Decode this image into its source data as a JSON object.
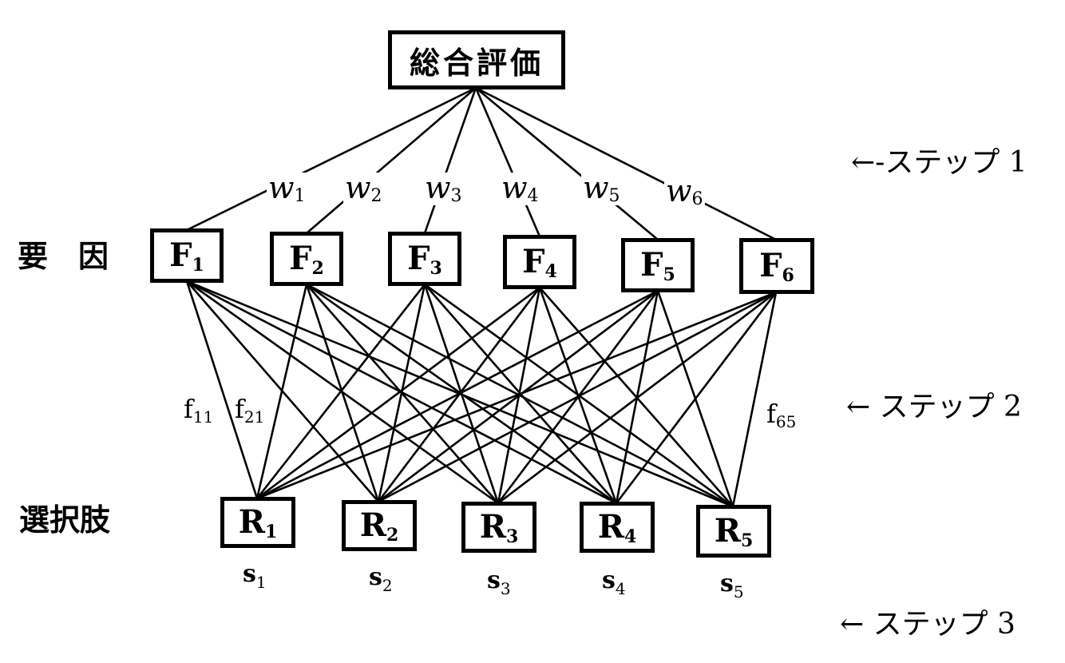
{
  "top_node": {
    "label": "総合評価"
  },
  "row_labels": {
    "factors": "要　因",
    "alternatives": "選択肢"
  },
  "factors": [
    {
      "main": "F",
      "sub": "1"
    },
    {
      "main": "F",
      "sub": "2"
    },
    {
      "main": "F",
      "sub": "3"
    },
    {
      "main": "F",
      "sub": "4"
    },
    {
      "main": "F",
      "sub": "5"
    },
    {
      "main": "F",
      "sub": "6"
    }
  ],
  "alternatives": [
    {
      "main": "R",
      "sub": "1"
    },
    {
      "main": "R",
      "sub": "2"
    },
    {
      "main": "R",
      "sub": "3"
    },
    {
      "main": "R",
      "sub": "4"
    },
    {
      "main": "R",
      "sub": "5"
    }
  ],
  "weights": [
    {
      "main": "w",
      "sub": "1"
    },
    {
      "main": "w",
      "sub": "2"
    },
    {
      "main": "w",
      "sub": "3"
    },
    {
      "main": "w",
      "sub": "4"
    },
    {
      "main": "w",
      "sub": "5"
    },
    {
      "main": "w",
      "sub": "6"
    }
  ],
  "edge_labels": [
    {
      "main": "f",
      "sub": "11"
    },
    {
      "main": "f",
      "sub": "21"
    },
    {
      "main": "f",
      "sub": "65"
    }
  ],
  "scores": [
    {
      "main": "s",
      "sub": "1"
    },
    {
      "main": "s",
      "sub": "2"
    },
    {
      "main": "s",
      "sub": "3"
    },
    {
      "main": "s",
      "sub": "4"
    },
    {
      "main": "s",
      "sub": "5"
    }
  ],
  "steps": [
    "←-ステップ 1",
    "← ステップ 2",
    "← ステップ 3"
  ],
  "colors": {
    "line": "#000000",
    "background": "#ffffff"
  }
}
